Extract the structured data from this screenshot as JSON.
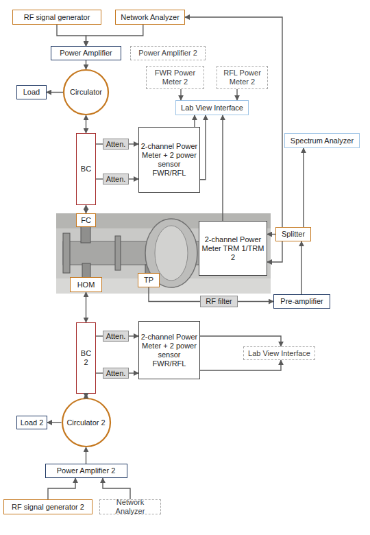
{
  "diagram": {
    "nodes": [
      {
        "text": [
          "RF signal generator"
        ]
      },
      {
        "text": [
          "Network Analyzer"
        ]
      },
      {
        "text": [
          "Power Amplifier"
        ]
      },
      {
        "text": [
          "Power Amplifier 2"
        ]
      },
      {
        "text": [
          "FWR Power Meter 2"
        ]
      },
      {
        "text": [
          "RFL Power Meter 2"
        ]
      },
      {
        "text": [
          "Circulator"
        ]
      },
      {
        "text": [
          "Load"
        ]
      },
      {
        "text": [
          "Lab View Interface"
        ]
      },
      {
        "text": [
          "BC"
        ]
      },
      {
        "text": [
          "Atten."
        ]
      },
      {
        "text": [
          "Atten."
        ]
      },
      {
        "text": [
          "2-channel Power Meter + 2 power sensor FWR/RFL"
        ]
      },
      {
        "text": [
          "Spectrum Analyzer"
        ]
      },
      {
        "text": [
          "FC"
        ]
      },
      {
        "text": [
          "2-channel Power Meter TRM 1/TRM 2"
        ]
      },
      {
        "text": [
          "Splitter"
        ]
      },
      {
        "text": [
          "HOM"
        ]
      },
      {
        "text": [
          "TP"
        ]
      },
      {
        "text": [
          "RF filter"
        ]
      },
      {
        "text": [
          "Pre-amplifier"
        ]
      },
      {
        "text": [
          "BC 2"
        ]
      },
      {
        "text": [
          "Atten."
        ]
      },
      {
        "text": [
          "Atten."
        ]
      },
      {
        "text": [
          "2-channel Power Meter + 2 power sensor FWR/RFL"
        ]
      },
      {
        "text": [
          "Lab View Interface"
        ]
      },
      {
        "text": [
          "Circulator 2"
        ]
      },
      {
        "text": [
          "Load 2"
        ]
      },
      {
        "text": [
          "Power Amplifier 2"
        ]
      },
      {
        "text": [
          "RF signal generator 2"
        ]
      },
      {
        "text": [
          "Network Analyzer"
        ]
      }
    ],
    "edges": [
      {
        "from": 0,
        "to": 2,
        "arrow": "to"
      },
      {
        "from": 1,
        "to": 2,
        "arrow": "to"
      },
      {
        "from": 2,
        "to": 6,
        "arrow": "to"
      },
      {
        "from": 6,
        "to": 7,
        "arrow": "to"
      },
      {
        "from": 6,
        "to": 9,
        "arrow": "both"
      },
      {
        "from": 9,
        "to": 10,
        "arrow": "none"
      },
      {
        "from": 9,
        "to": 11,
        "arrow": "none"
      },
      {
        "from": 10,
        "to": 12,
        "arrow": "to"
      },
      {
        "from": 11,
        "to": 12,
        "arrow": "to"
      },
      {
        "from": 12,
        "to": 8,
        "arrow": "to"
      },
      {
        "from": 12,
        "to": 8,
        "arrow": "to"
      },
      {
        "from": 15,
        "to": 8,
        "arrow": "to"
      },
      {
        "from": 4,
        "to": 8,
        "arrow": "to"
      },
      {
        "from": 5,
        "to": 8,
        "arrow": "to"
      },
      {
        "from": 9,
        "to": 14,
        "arrow": "both"
      },
      {
        "from": 16,
        "to": 1,
        "arrow": "to"
      },
      {
        "from": 16,
        "to": 13,
        "arrow": "to"
      },
      {
        "from": 16,
        "to": 15,
        "arrow": "to"
      },
      {
        "from": 16,
        "to": 15,
        "arrow": "to"
      },
      {
        "from": 18,
        "to": 19,
        "arrow": "none"
      },
      {
        "from": 19,
        "to": 20,
        "arrow": "to"
      },
      {
        "from": 20,
        "to": 16,
        "arrow": "to"
      },
      {
        "from": 17,
        "to": 21,
        "arrow": "both"
      },
      {
        "from": 21,
        "to": 22,
        "arrow": "none"
      },
      {
        "from": 21,
        "to": 23,
        "arrow": "none"
      },
      {
        "from": 22,
        "to": 24,
        "arrow": "to"
      },
      {
        "from": 23,
        "to": 24,
        "arrow": "to"
      },
      {
        "from": 24,
        "to": 25,
        "arrow": "to"
      },
      {
        "from": 24,
        "to": 25,
        "arrow": "to"
      },
      {
        "from": 21,
        "to": 26,
        "arrow": "both"
      },
      {
        "from": 26,
        "to": 27,
        "arrow": "to"
      },
      {
        "from": 28,
        "to": 26,
        "arrow": "to"
      },
      {
        "from": 29,
        "to": 28,
        "arrow": "to"
      },
      {
        "from": 30,
        "to": 28,
        "arrow": "to"
      }
    ]
  }
}
